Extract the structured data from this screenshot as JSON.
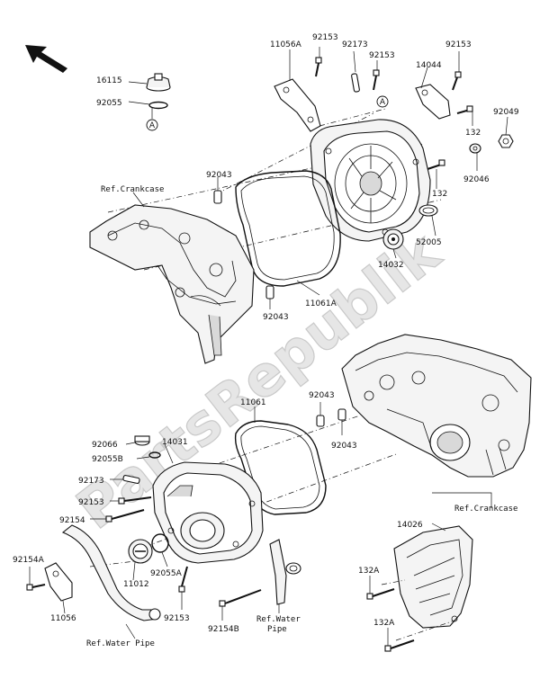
{
  "watermark": "PartsRepublik",
  "callout_letter": "A",
  "labels": {
    "p92153_a": "92153",
    "p11056a": "11056A",
    "p92173_a": "92173",
    "p92153_b": "92153",
    "p92153_c": "92153",
    "p14044": "14044",
    "p16115": "16115",
    "p92055": "92055",
    "p92049": "92049",
    "p132_a": "132",
    "p92046": "92046",
    "p132_b": "132",
    "p92043_a": "92043",
    "ref_crankcase_a": "Ref.Crankcase",
    "p52005": "52005",
    "p14032": "14032",
    "p92043_b": "92043",
    "p11061a": "11061A",
    "p11061": "11061",
    "p92043_c": "92043",
    "p92043_d": "92043",
    "p92066": "92066",
    "p14031": "14031",
    "p92055b": "92055B",
    "p92173_b": "92173",
    "p92153_d": "92153",
    "p92154": "92154",
    "ref_crankcase_b": "Ref.Crankcase",
    "p14026": "14026",
    "p92154a": "92154A",
    "p11012": "11012",
    "p92055a": "92055A",
    "p132a_a": "132A",
    "p11056": "11056",
    "p92153_e": "92153",
    "p92154b": "92154B",
    "ref_water_pipe_a_1": "Ref.Water",
    "ref_water_pipe_a_2": "Pipe",
    "p132a_b": "132A",
    "ref_water_pipe_b": "Ref.Water Pipe"
  }
}
